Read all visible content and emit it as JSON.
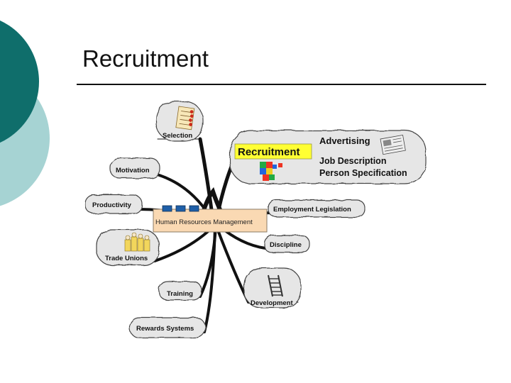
{
  "slide": {
    "title": "Recruitment",
    "accent_colors": {
      "dark_teal": "#0f6e6b",
      "light_teal": "#a6d3d3"
    }
  },
  "mind_map": {
    "center": "Human Resources Management",
    "highlight": {
      "label": "Recruitment",
      "color": "#ffff33",
      "details": [
        "Advertising",
        "Job Description",
        "Person Specification"
      ]
    },
    "branches": [
      "Selection",
      "Motivation",
      "Productivity",
      "Trade Unions",
      "Training",
      "Rewards Systems",
      "Employment Legislation",
      "Discipline",
      "Development"
    ],
    "icons": [
      "checklist-icon",
      "jigsaw-icon",
      "newspaper-icon",
      "crowd-icon",
      "ladder-icon"
    ]
  }
}
